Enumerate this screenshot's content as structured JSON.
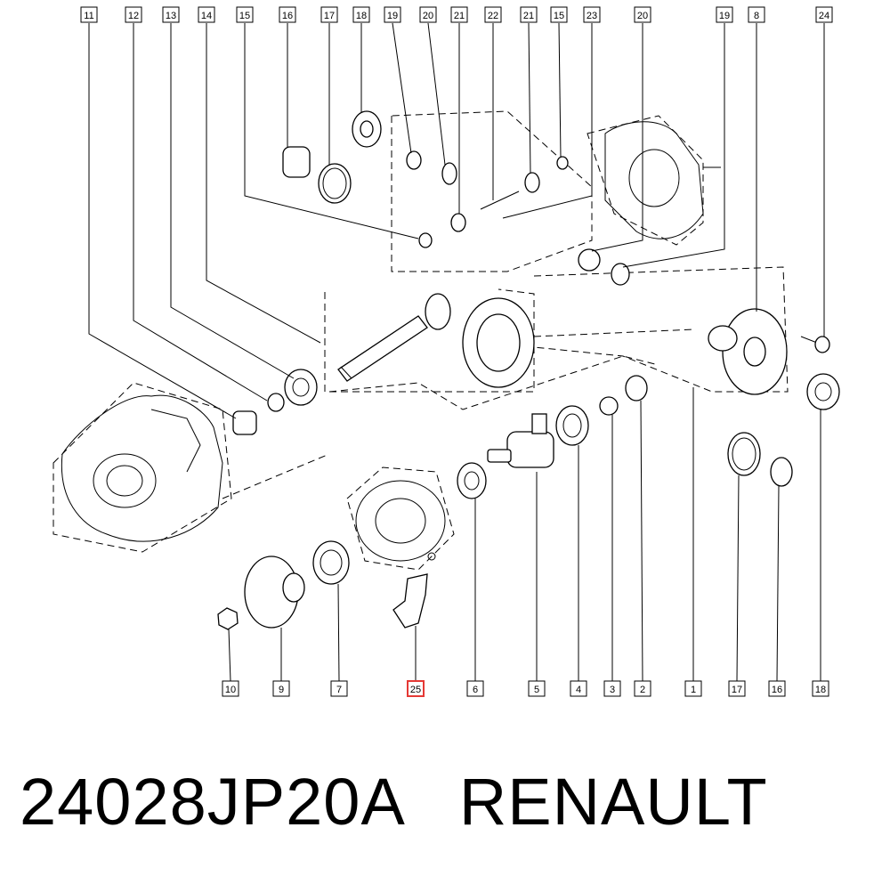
{
  "callouts_top": [
    "11",
    "12",
    "13",
    "14",
    "15",
    "16",
    "17",
    "18",
    "19",
    "20",
    "21",
    "22",
    "21",
    "15",
    "23",
    "20",
    "19",
    "8",
    "24"
  ],
  "callouts_bottom": [
    "10",
    "9",
    "7",
    "25",
    "6",
    "5",
    "4",
    "3",
    "2",
    "1",
    "17",
    "16",
    "18"
  ],
  "highlighted_callout": "25",
  "highlight_color": "#e53935",
  "caption": {
    "part_number": "24028JP20A",
    "brand": "RENAULT"
  }
}
